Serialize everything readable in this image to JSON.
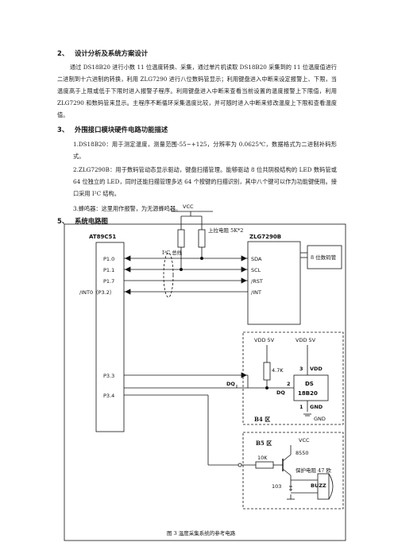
{
  "section2": {
    "number": "2、",
    "title": "设计分析及系统方案设计",
    "paragraph": "通过 DS18B20 进行小数 11 位温度转换、采集，通过单片机读取 DS18B20 采集到的 11 位温度值进行二进制到十六进制的转换，利用 ZLG7290 进行八位数码管显示；利用键盘进入中断来设定报警上、下限，当温度高于上限或低于下限时进入报警子程序。利用键盘进入中断来查看当前设置的温度报警上下限值，利用 ZLG7290 和数码管来显示。主程序不断循环采集温度比较，并可随时进入中断来修改温度上下限和查看温度值。"
  },
  "section3": {
    "number": "3、",
    "title": "外围接口模块硬件电路功能描述",
    "items": [
      "1.DS18B20：用于测定温度，测量范围-55~+125，分辨率为 0.0625℃，数据格式为二进制补码形式。",
      "2.ZLG7290B：用于数码管动态显示驱动，键盘扫描管理。能够驱动 8 位共阴极结构的 LED 数码管或 64 位独立的 LED，同时还能扫描管理多达 64 个按键的扫描识别，其中八个键可以作为功能键使用。接口采用 I²C 结构。",
      "3.蜂鸣器：这里用作报警，为无源蜂鸣器。"
    ]
  },
  "section5": {
    "number": "5、",
    "title": "系统电路图"
  },
  "schematic": {
    "vcc_top": "VCC",
    "pullup_label": "上拉电阻  5K*2",
    "mcu": {
      "name": "AT89C51",
      "pins": [
        "P1.0",
        "P1.1",
        "P1.7",
        "/INT0（P3.2）",
        "P3.3",
        "P3.4"
      ]
    },
    "bus_label": "I²C 总线",
    "zlg": {
      "name": "ZLG7290B",
      "pins": [
        "SDA",
        "SCL",
        "/RST",
        "/INT"
      ]
    },
    "display_label": "8 位数码管",
    "b4": {
      "vdd_left": "VDD 5V",
      "vdd_right": "VDD 5V",
      "resistor": "4.7K",
      "pin3": "3",
      "vdd_pin": "VDD",
      "pin2": "2",
      "dq_outer": "DQ",
      "dq_inner": "DQ",
      "chip_line1": "DS",
      "chip_line2": "18B20",
      "pin1": "1",
      "gnd_pin": "GND",
      "gnd": "GND",
      "region": "B4 区"
    },
    "b5": {
      "region": "B5 区",
      "vcc": "VCC",
      "transistor": "8550",
      "resistor": "10K",
      "protect": "保护电阻 47 欧",
      "cap": "103",
      "buzzer": "BUZZ"
    },
    "caption": "图 3 温度采集系统的参考电路"
  }
}
